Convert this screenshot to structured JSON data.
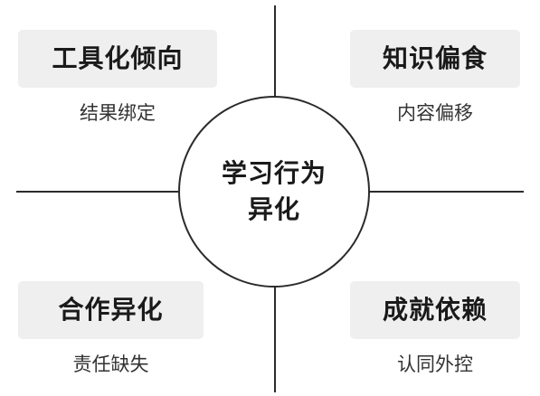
{
  "center": {
    "label": "学习行为异化"
  },
  "quadrants": [
    {
      "title": "工具化倾向",
      "subtitle": "结果绑定"
    },
    {
      "title": "知识偏食",
      "subtitle": "内容偏移"
    },
    {
      "title": "合作异化",
      "subtitle": "责任缺失"
    },
    {
      "title": "成就依赖",
      "subtitle": "认同外控"
    }
  ],
  "colors": {
    "line": "#2b2b2b",
    "box_fill": "#efefef",
    "background": "#ffffff"
  }
}
